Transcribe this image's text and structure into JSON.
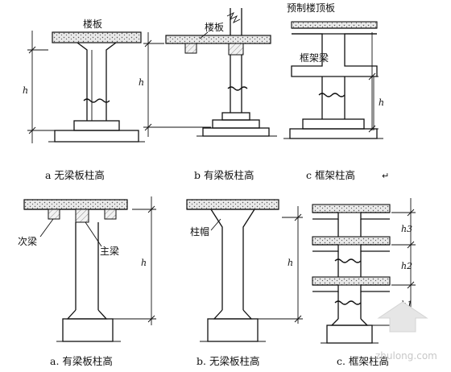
{
  "captions": {
    "top_a": "a 无梁板柱高",
    "top_b": "b 有梁板柱高",
    "top_c": "c 框架柱高",
    "bot_a": "a. 有梁板柱高",
    "bot_b": "b. 无梁板柱高",
    "bot_c": "c. 框架柱高"
  },
  "labels": {
    "floor_slab_a": "楼板",
    "floor_slab_b": "楼板",
    "precast_roof_slab": "预制楼顶板",
    "frame_beam": "框架梁",
    "secondary_beam": "次梁",
    "main_beam": "主梁",
    "column_cap": "柱帽"
  },
  "dimensions": {
    "h_top_a": "h",
    "h_top_b": "h",
    "h_top_c": "h",
    "h_bot_a": "h",
    "h_bot_b": "h",
    "h3": "h3",
    "h2": "h2",
    "h1": "h1"
  },
  "watermark": "zhulong.com"
}
